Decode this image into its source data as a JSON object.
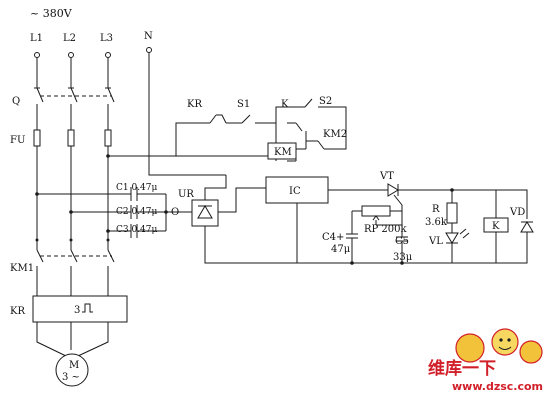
{
  "diagram": {
    "supply": "~ 380V",
    "phases": [
      "L1",
      "L2",
      "L3"
    ],
    "neutral": "N",
    "breaker": "Q",
    "fuse": "FU",
    "contactor": "KM1",
    "overload_relay": "KR",
    "overload_element": "3",
    "motor": {
      "label": "M",
      "phase": "3 ~"
    },
    "control_circuit": {
      "kr_contact": "KR",
      "s1": "S1",
      "k_contact": "K",
      "s2": "S2",
      "km2": "KM2",
      "km_coil": "KM"
    },
    "capacitors": {
      "c1": "C1 0.47μ",
      "c2": "C2 0.47μ",
      "c3": "C3 0.47μ"
    },
    "node_o": "O",
    "rectifier": "UR",
    "ic": "IC",
    "thyristor": "VT",
    "rp": "RP 200k",
    "c4": {
      "name": "C4+",
      "value": "47μ"
    },
    "c5": {
      "name": "C5",
      "value": "33μ"
    },
    "r": {
      "name": "R",
      "value": "3.6k"
    },
    "led": "VL",
    "relay": "K",
    "diode": "VD"
  },
  "watermark": {
    "cn": "维库一下",
    "url": "www.dzsc.com"
  },
  "colors": {
    "ink": "#1a1a1a",
    "watermark": "#d2202a"
  }
}
